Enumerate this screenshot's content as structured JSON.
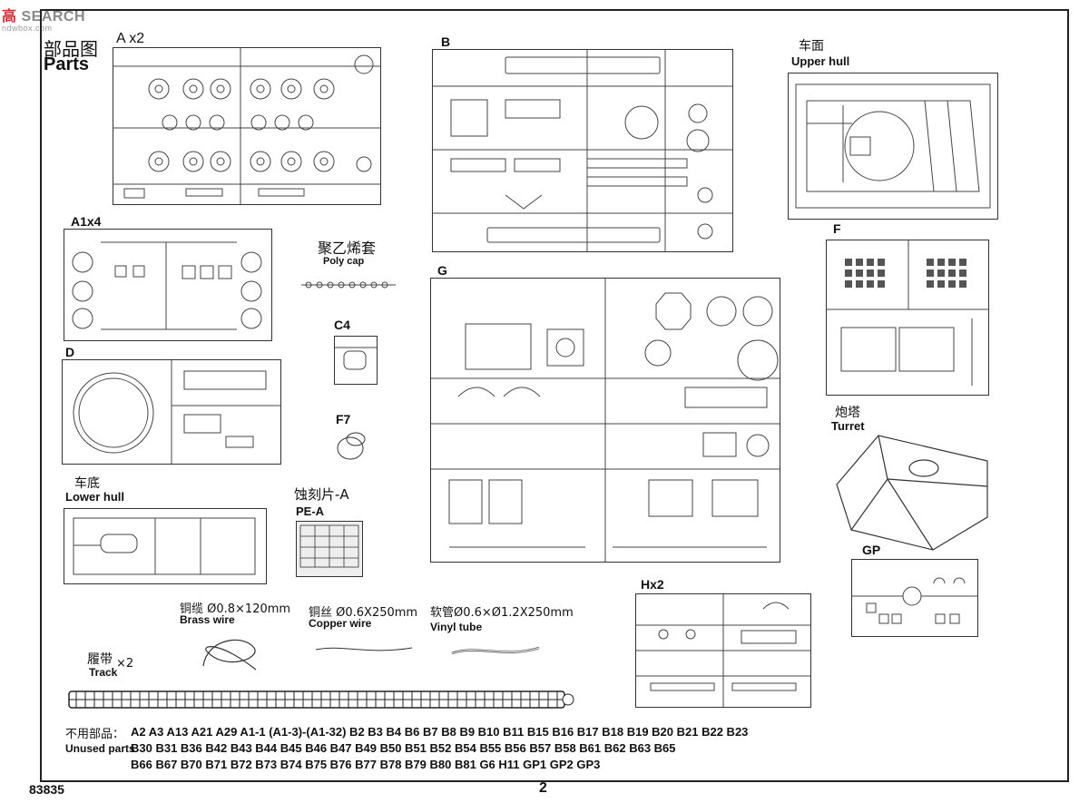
{
  "watermark": {
    "logo": "高",
    "text": "SEARCH",
    "sub": "ndwbox.com"
  },
  "header": {
    "title_zh": "部品图",
    "title_en": "Parts"
  },
  "labels": {
    "A": "A x2",
    "B": "B",
    "upper_zh": "车面",
    "upper_en": "Upper hull",
    "A1": "A1x4",
    "poly_zh": "聚乙烯套",
    "poly_en": "Poly cap",
    "G": "G",
    "F": "F",
    "C4": "C4",
    "D": "D",
    "F7": "F7",
    "turret_zh": "炮塔",
    "turret_en": "Turret",
    "lower_zh": "车底",
    "lower_en": "Lower hull",
    "pe_zh": "蚀刻片-A",
    "pe_en": "PE-A",
    "GP": "GP",
    "H": "Hx2",
    "brass_zh": "铜缆 Ø0.8×120mm",
    "brass_en": "Brass wire",
    "copper_zh": "铜丝 Ø0.6X250mm",
    "copper_en": "Copper wire",
    "vinyl_zh": "软管Ø0.6×Ø1.2X250mm",
    "vinyl_en": "Vinyl tube",
    "track_zh": "履带",
    "track_mult": "×2",
    "track_en": "Track"
  },
  "unused": {
    "label_zh": "不用部品：",
    "label_en": "Unused parts",
    "line1": "A2 A3 A13 A21 A29 A1-1 (A1-3)-(A1-32) B2 B3 B4 B6 B7 B8 B9 B10 B11 B15 B16 B17 B18 B19 B20 B21 B22 B23",
    "line2": "B30 B31 B36 B42 B43 B44 B45 B46 B47 B49 B50 B51 B52 B54 B55 B56 B57 B58 B61 B62 B63 B65",
    "line3": "B66 B67 B70 B71 B72 B73 B74 B75 B76 B77 B78 B79 B80 B81 G6 H11 GP1 GP2 GP3"
  },
  "footer": {
    "code": "83835",
    "page": "2"
  }
}
